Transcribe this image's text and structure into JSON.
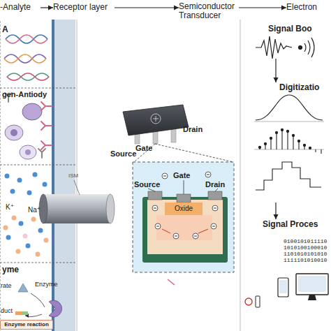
{
  "diagram": {
    "nodes": [
      {
        "text": [
          "-Analyte"
        ]
      },
      {
        "text": [
          "Receptor layer"
        ]
      },
      {
        "text": [
          "Semiconductor Transducer"
        ]
      },
      {
        "text": [
          "Electron"
        ]
      },
      {
        "text": [
          "A"
        ]
      },
      {
        "text": [
          "gen-Antiody"
        ]
      },
      {
        "text": [
          "yme"
        ]
      },
      {
        "text": [
          "Enzyme reaction"
        ],
        "in": 6
      },
      {
        "text": [
          "Oxide"
        ]
      },
      {
        "text": [
          "Signal Boo"
        ]
      },
      {
        "text": [
          "Digitizatio"
        ]
      },
      {
        "text": [
          "Signal Proces"
        ]
      }
    ],
    "edges": [
      {
        "from": 0,
        "to": 1,
        "arrow": "to"
      },
      {
        "from": 1,
        "to": 2,
        "arrow": "to"
      },
      {
        "from": 2,
        "to": 3,
        "arrow": "to"
      },
      {
        "from": 9,
        "to": 10,
        "arrow": "to"
      },
      {
        "from": 10,
        "to": 11,
        "arrow": "to"
      }
    ],
    "labels": [
      "K⁺",
      "Na⁺",
      "ISM",
      "Gate",
      "Source",
      "Drain",
      "Source",
      "Gate",
      "Drain",
      "rate",
      "Enzyme",
      "duct",
      "0100101011110",
      "1010100100010",
      "1101010101010",
      "1111101010010"
    ]
  }
}
